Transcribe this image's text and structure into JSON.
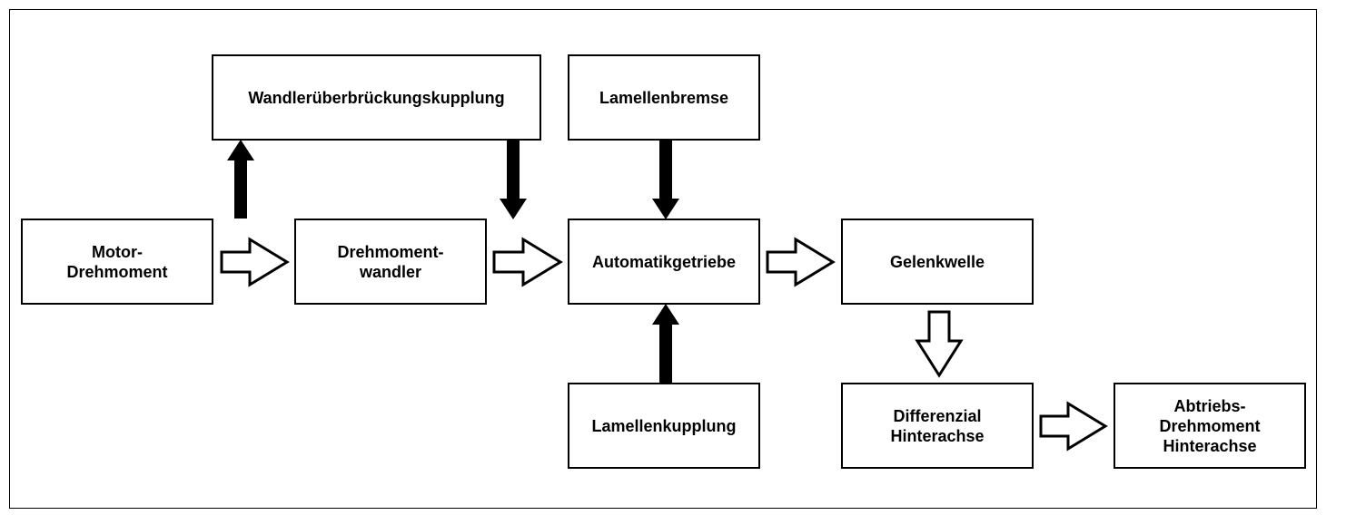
{
  "nodes": {
    "motor": [
      "Motor-",
      "Drehmoment"
    ],
    "wandler_ueberbrueckung": [
      "Wandlerüberbrückungskupplung"
    ],
    "drehmomentwandler": [
      "Drehmoment-",
      "wandler"
    ],
    "lamellenbremse": [
      "Lamellenbremse"
    ],
    "automatikgetriebe": [
      "Automatikgetriebe"
    ],
    "lamellenkupplung": [
      "Lamellenkupplung"
    ],
    "gelenkwelle": [
      "Gelenkwelle"
    ],
    "differenzial": [
      "Differenzial",
      "Hinterachse"
    ],
    "abtrieb": [
      "Abtriebs-",
      "Drehmoment",
      "Hinterachse"
    ]
  },
  "colors": {
    "line": "#000000",
    "background": "#ffffff"
  }
}
